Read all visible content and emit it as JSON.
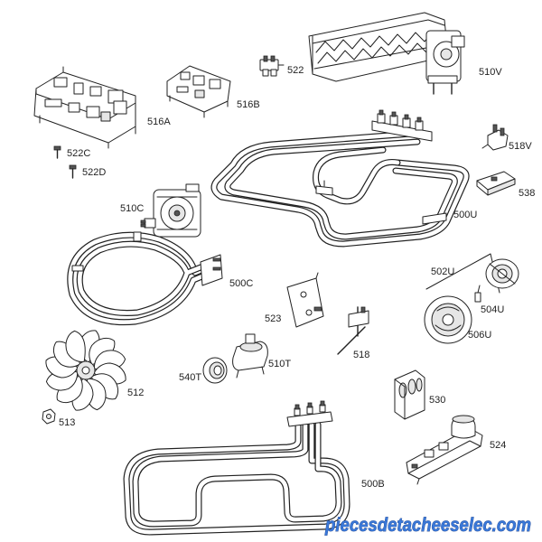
{
  "labels": {
    "p510V": "510V",
    "p522": "522",
    "p516A": "516A",
    "p516B": "516B",
    "p522C": "522C",
    "p522D": "522D",
    "p518V": "518V",
    "p538": "538",
    "p500U": "500U",
    "p510C": "510C",
    "p502U": "502U",
    "p500C": "500C",
    "p504U": "504U",
    "p523": "523",
    "p518": "518",
    "p506U": "506U",
    "p540T": "540T",
    "p510T": "510T",
    "p512": "512",
    "p513": "513",
    "p530": "530",
    "p524": "524",
    "p500B": "500B"
  },
  "watermark": "piecesdetacheeselec.com",
  "colors": {
    "line": "#222222",
    "watermark": "#3a78d8"
  }
}
